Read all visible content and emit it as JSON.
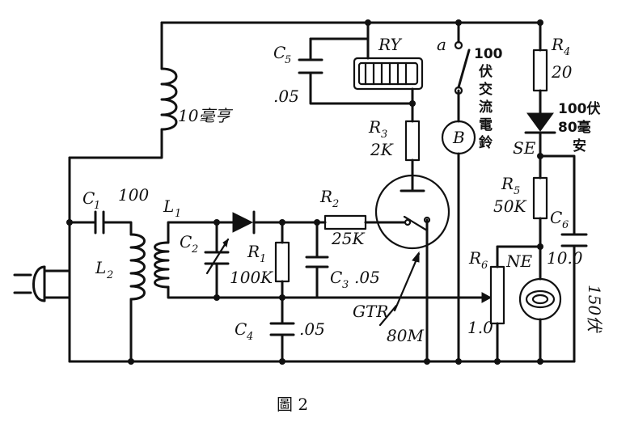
{
  "caption": "圖 2",
  "components": {
    "C1": {
      "letter": "C",
      "sub": "1",
      "value": "100"
    },
    "C2": {
      "letter": "C",
      "sub": "2"
    },
    "C3": {
      "letter": "C",
      "sub": "3",
      "value": ".05"
    },
    "C4": {
      "letter": "C",
      "sub": "4",
      "value": ".05"
    },
    "C5": {
      "letter": "C",
      "sub": "5",
      "value": ".05"
    },
    "C6": {
      "letter": "C",
      "sub": "6",
      "value": "10.0",
      "rating": "150伏"
    },
    "L1": {
      "letter": "L",
      "sub": "1"
    },
    "L2": {
      "letter": "L",
      "sub": "2"
    },
    "R1": {
      "letter": "R",
      "sub": "1",
      "value": "100K"
    },
    "R2": {
      "letter": "R",
      "sub": "2",
      "value": "25K"
    },
    "R3": {
      "letter": "R",
      "sub": "3",
      "value": "2K"
    },
    "R4": {
      "letter": "R",
      "sub": "4",
      "value": "20"
    },
    "R5": {
      "letter": "R",
      "sub": "5",
      "value": "50K"
    },
    "R6": {
      "letter": "R",
      "sub": "6",
      "value": "1.0"
    },
    "choke": {
      "value": "10毫亨"
    },
    "relay": {
      "label": "RY"
    },
    "switch": {
      "label": "a"
    },
    "bell": {
      "label": "B",
      "rating_line1": "100",
      "rating_line2": "伏",
      "rating_line3": "交",
      "rating_line4": "流",
      "rating_line5": "電",
      "rating_line6": "鈴"
    },
    "rectifier": {
      "label": "SE",
      "rating_line1": "100伏",
      "rating_line2": "80毫",
      "rating_line3": "安"
    },
    "neon": {
      "label": "NE"
    },
    "tube": {
      "label_line1": "GTR",
      "label_line2": "80M"
    }
  }
}
